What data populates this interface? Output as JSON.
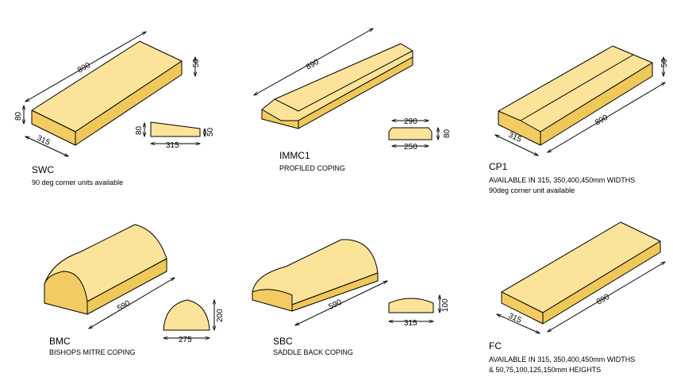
{
  "items": {
    "swc": {
      "code": "SWC",
      "note1": "90 deg corner units available",
      "len": "890",
      "h": "50",
      "w": "315",
      "side_h": "80",
      "sec_h1": "80",
      "sec_h2": "50",
      "sec_w": "315"
    },
    "immc1": {
      "code": "IMMC1",
      "note1": "PROFILED COPING",
      "len": "890",
      "top_w": "290",
      "base_w": "250",
      "h": "80"
    },
    "cp1": {
      "code": "CP1",
      "note1": "AVAILABLE IN 315, 350,400,450mm WIDTHS",
      "note2": "90deg corner unit available",
      "len": "890",
      "h": "50",
      "w": "315"
    },
    "bmc": {
      "code": "BMC",
      "note1": "BISHOPS MITRE COPING",
      "len": "590",
      "h": "200",
      "w": "275"
    },
    "sbc": {
      "code": "SBC",
      "note1": "SADDLE BACK COPING",
      "len": "590",
      "h": "100",
      "w": "315"
    },
    "fc": {
      "code": "FC",
      "note1": "AVAILABLE IN 315, 350,400,450mm WIDTHS",
      "note2": "& 50,75,100,125,150mm HEIGHTS",
      "len": "890",
      "w": "315"
    }
  }
}
